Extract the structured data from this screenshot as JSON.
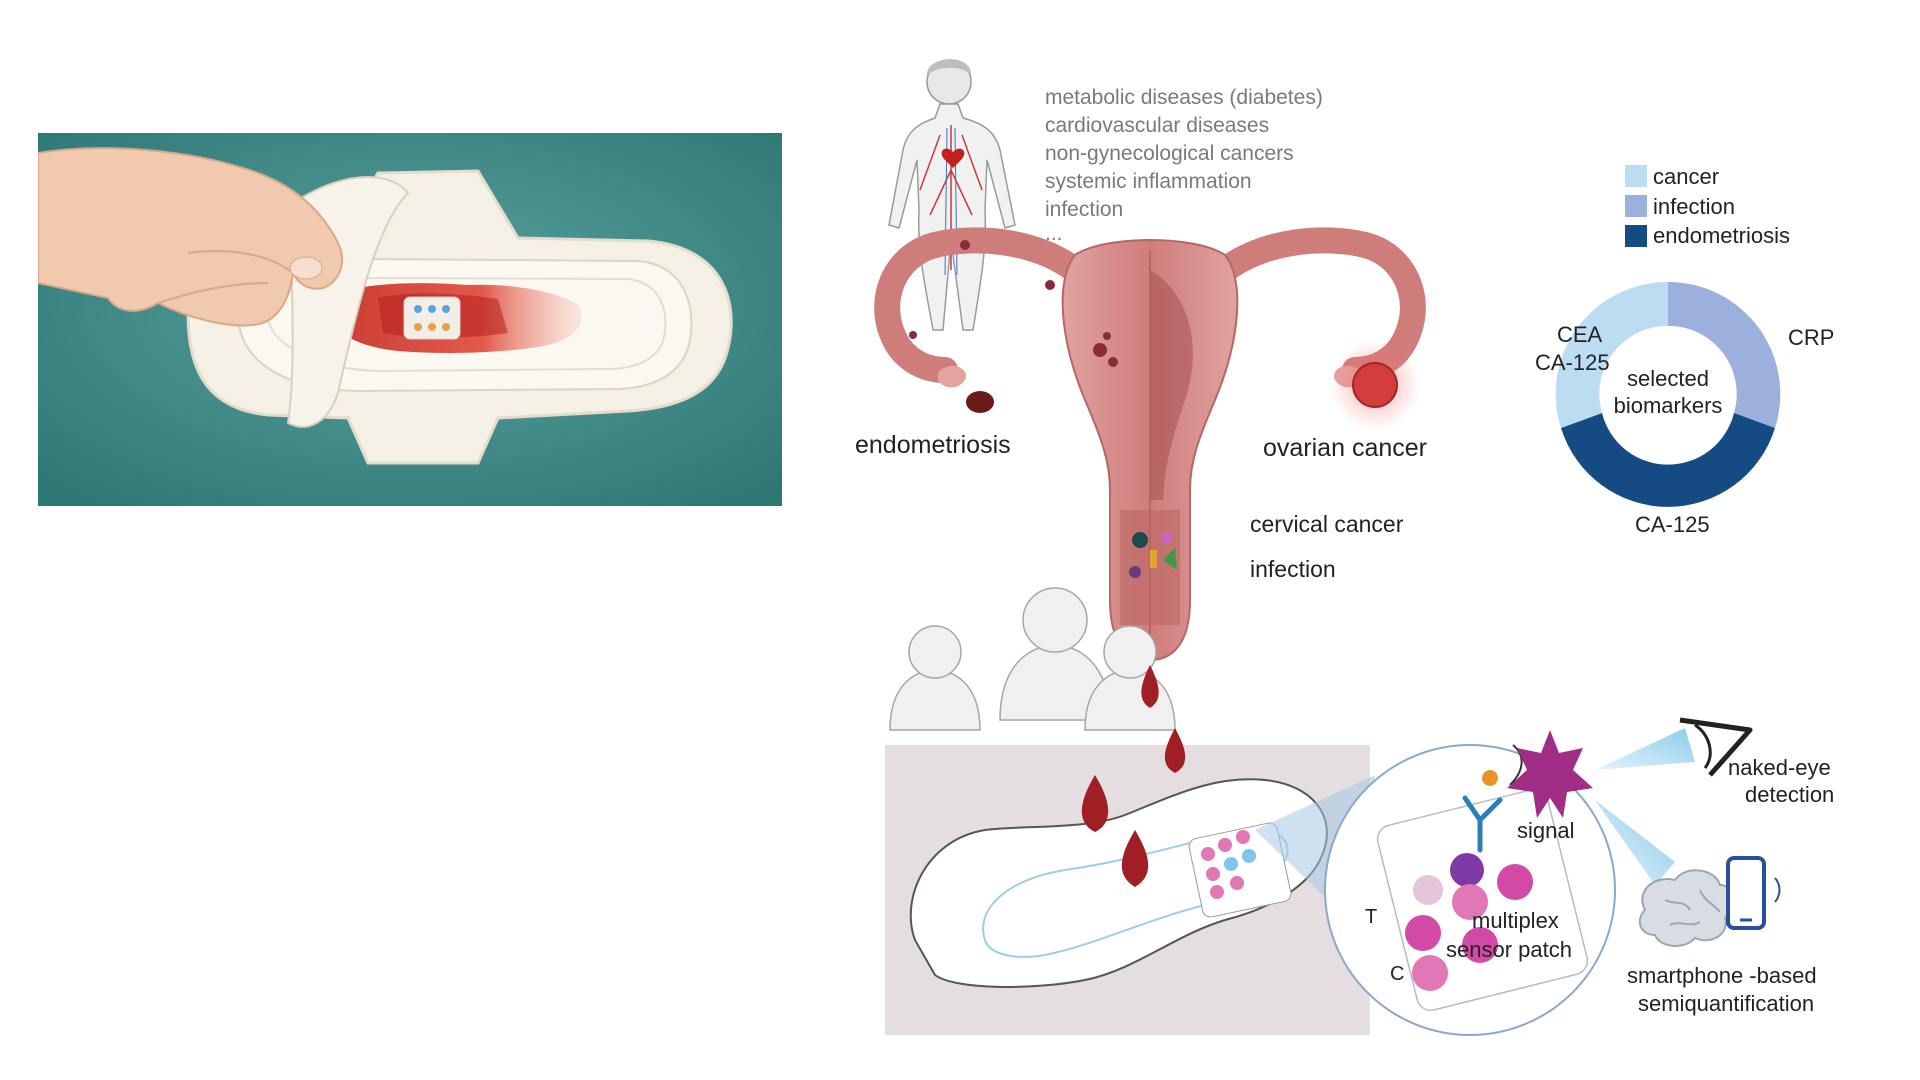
{
  "body_conditions": [
    "metabolic diseases (diabetes)",
    "cardiovascular diseases",
    "non-gynecological cancers",
    "systemic inflammation",
    "infection",
    "..."
  ],
  "labels": {
    "endometriosis": "endometriosis",
    "ovarian_cancer": "ovarian cancer",
    "cervical_cancer": "cervical cancer",
    "infection": "infection"
  },
  "legend": [
    {
      "label": "cancer",
      "color": "#bcdcf2"
    },
    {
      "label": "infection",
      "color": "#9bb0dc"
    },
    {
      "label": "endometriosis",
      "color": "#144b82"
    }
  ],
  "donut": {
    "center_line1": "selected",
    "center_line2": "biomarkers",
    "label_cea": "CEA",
    "label_ca125_left": "CA-125",
    "label_crp": "CRP",
    "label_ca125_bottom": "CA-125"
  },
  "sensor": {
    "signal": "signal",
    "t_label": "T",
    "c_label": "C",
    "patch_line1": "multiplex",
    "patch_line2": "sensor patch"
  },
  "detection": {
    "eye_line1": "naked-eye",
    "eye_line2": "detection",
    "phone_line1": "smartphone -based",
    "phone_line2": "semiquantification"
  },
  "colors": {
    "uterus": "#d88a8a",
    "blood": "#a01f25",
    "teal_bg": "#3f8f8d",
    "signal_star": "#a12d86"
  }
}
